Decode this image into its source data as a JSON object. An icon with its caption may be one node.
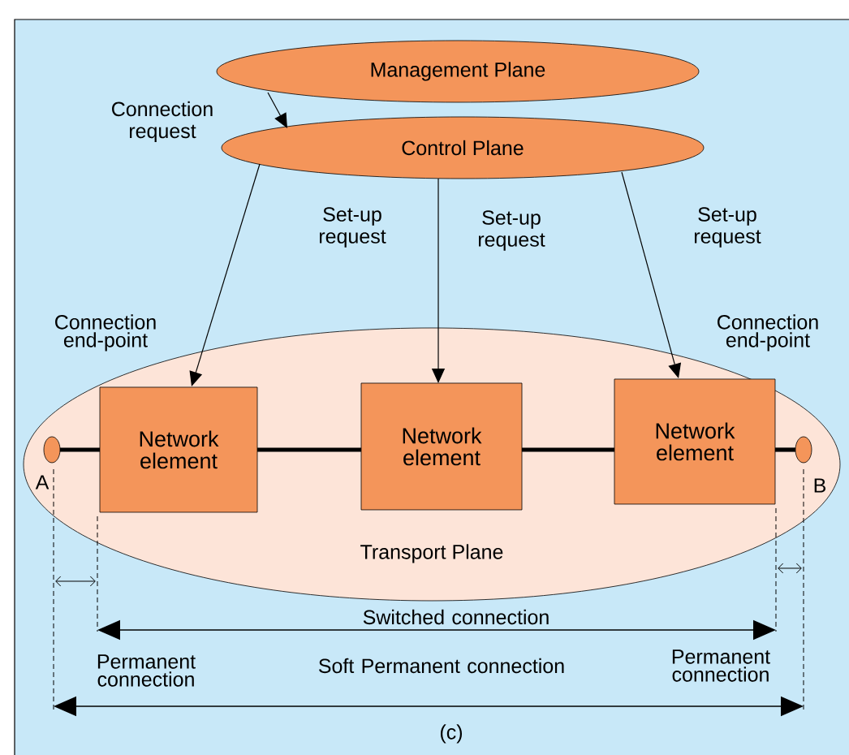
{
  "diagram": {
    "caption": "(c)",
    "nodes": [
      {
        "text": [
          "Management Plane"
        ]
      },
      {
        "text": [
          "Control Plane"
        ]
      },
      {
        "text": [
          "Transport Plane"
        ]
      },
      {
        "text": [
          "Network element"
        ],
        "in": 2
      },
      {
        "text": [
          "Network element"
        ],
        "in": 2
      },
      {
        "text": [
          "Network element"
        ],
        "in": 2
      },
      {
        "text": [],
        "shape": "circle",
        "in": 2,
        "beside": [
          "A"
        ]
      },
      {
        "text": [],
        "shape": "circle",
        "in": 2,
        "beside": [
          "B"
        ]
      }
    ],
    "edges": [
      {
        "from": 0,
        "to": 1,
        "arrow": "to",
        "label": "Connection request"
      },
      {
        "from": 1,
        "to": 3,
        "arrow": "to",
        "label": "Set-up request"
      },
      {
        "from": 1,
        "to": 4,
        "arrow": "to",
        "label": "Set-up request"
      },
      {
        "from": 1,
        "to": 5,
        "arrow": "to",
        "label": "Set-up request"
      },
      {
        "from": 6,
        "to": 3,
        "arrow": "none",
        "style": "thick"
      },
      {
        "from": 3,
        "to": 4,
        "arrow": "none",
        "style": "thick"
      },
      {
        "from": 4,
        "to": 5,
        "arrow": "none",
        "style": "thick"
      },
      {
        "from": 5,
        "to": 7,
        "arrow": "none",
        "style": "thick"
      }
    ],
    "labels": [
      "Connection end-point",
      "Connection end-point",
      "Switched connection",
      "Permanent connection",
      "Soft Permanent connection",
      "Permanent connection"
    ]
  }
}
